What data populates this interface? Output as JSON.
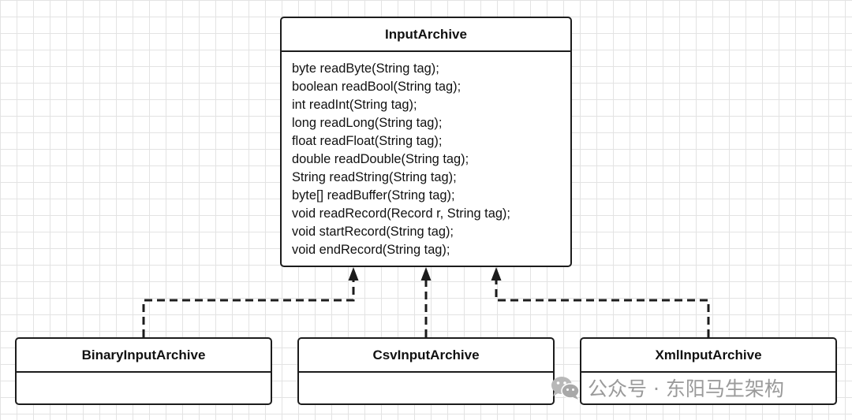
{
  "interface": {
    "name": "InputArchive",
    "methods": [
      "byte readByte(String tag);",
      "boolean readBool(String tag);",
      "int readInt(String tag);",
      "long readLong(String tag);",
      "float readFloat(String tag);",
      "double readDouble(String tag);",
      "String readString(String tag);",
      "byte[] readBuffer(String tag);",
      "void readRecord(Record r, String tag);",
      "void startRecord(String tag);",
      "void endRecord(String tag);"
    ]
  },
  "implementations": [
    {
      "name": "BinaryInputArchive"
    },
    {
      "name": "CsvInputArchive"
    },
    {
      "name": "XmlInputArchive"
    }
  ],
  "relationship": "realization",
  "watermark": {
    "text": "公众号 · 东阳马生架构",
    "icon": "wechat-icon"
  },
  "colors": {
    "line": "#1c1c1c",
    "grid": "#e3e3e3",
    "watermark": "#9a9a9a"
  }
}
